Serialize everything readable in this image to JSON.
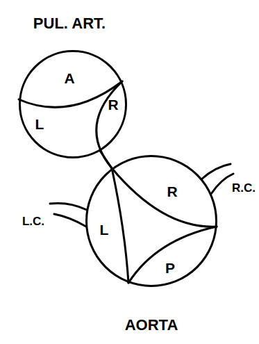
{
  "diagram": {
    "nodes": [
      {
        "text": [
          "PUL. ART.",
          "A",
          "L",
          "R"
        ]
      },
      {
        "text": [
          "R",
          "L",
          "P",
          "AORTA"
        ]
      }
    ],
    "labels": [
      "R.C.",
      "L.C."
    ]
  }
}
